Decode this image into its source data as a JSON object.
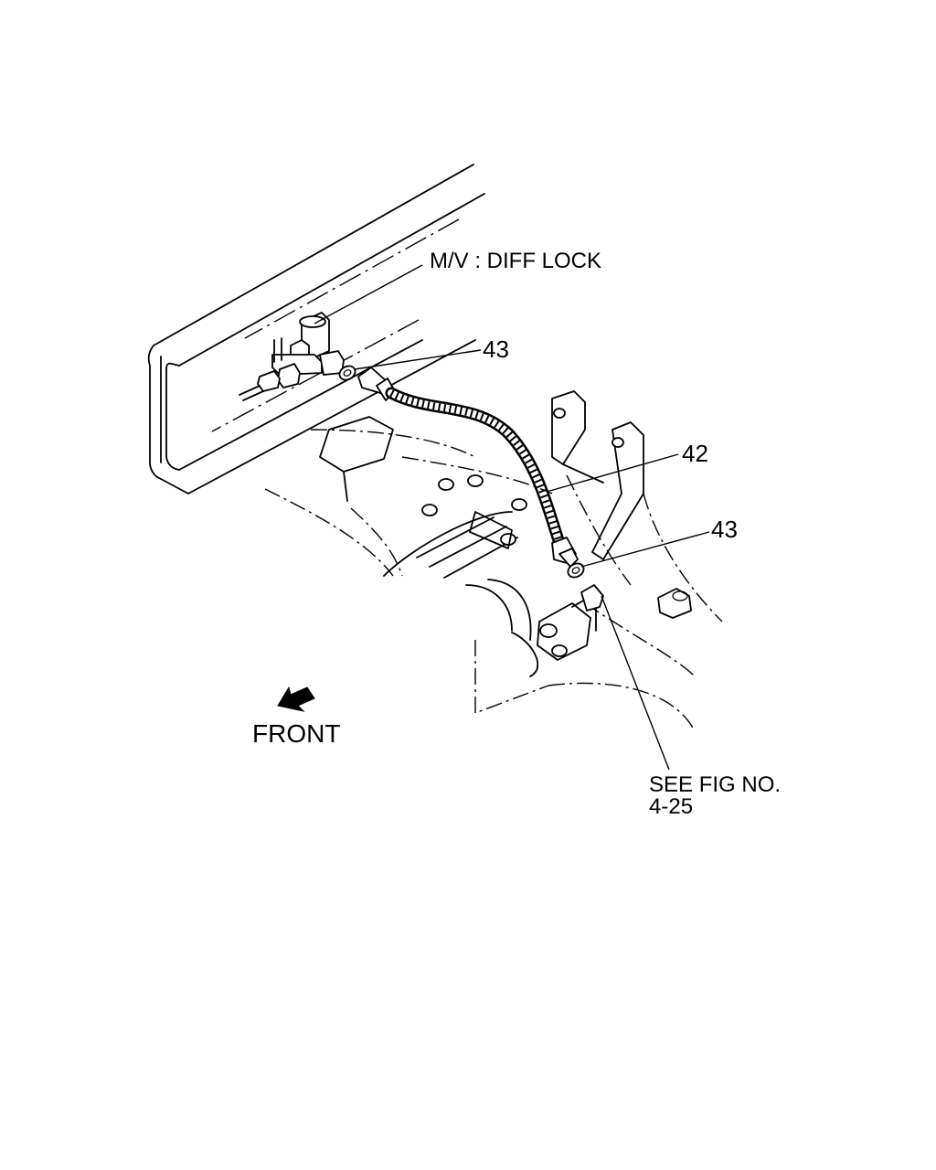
{
  "diagram": {
    "valve_label": "M/V : DIFF LOCK",
    "callouts": [
      {
        "id": "seal-top",
        "text": "43"
      },
      {
        "id": "hose",
        "text": "42"
      },
      {
        "id": "seal-bottom",
        "text": "43"
      }
    ],
    "see_fig": {
      "line1": "SEE FIG NO.",
      "line2": "4-25"
    },
    "front_label": "FRONT",
    "icons": {
      "front_arrow": "arrow-down-left-icon"
    }
  }
}
